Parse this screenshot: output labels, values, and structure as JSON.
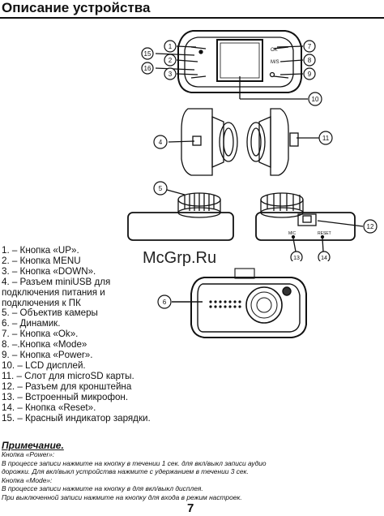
{
  "title": "Описание устройства",
  "watermark": "McGrp.Ru",
  "callouts": [
    "1",
    "2",
    "3",
    "4",
    "5",
    "6",
    "7",
    "8",
    "9",
    "10",
    "11",
    "12",
    "13",
    "14",
    "15",
    "16"
  ],
  "device_labels": {
    "ok": "OK",
    "mode": "M/S",
    "mic": "MIC",
    "reset": "RESET"
  },
  "features": [
    "1. – Кнопка «UP».",
    "2. – Кнопка MENU",
    "3. – Кнопка «DOWN».",
    "4. – Разъем miniUSB для",
    "подключения питания и",
    "подключения к ПК",
    "5. – Объектив камеры",
    "6. – Динамик.",
    "7. – Кнопка «Ok».",
    "8. –.Кнопка «Mode»",
    "9. – Кнопка «Power».",
    "10. – LCD дисплей.",
    "11. – Слот для microSD карты.",
    "12. – Разъем для кронштейна",
    "13. – Встроенный микрофон.",
    "14. – Кнопка «Reset».",
    "15. – Красный индикатор зарядки."
  ],
  "note": {
    "heading": "Примечание.",
    "lines": [
      "Кнопка «Power»:",
      "В процессе записи нажмите на кнопку в течении 1 сек. для вкл/выкл записи аудио",
      "дорожки. Для вкл/выкл устройства нажмите с удержанием в течении 3 сек.",
      "Кнопка «Mode»:",
      "В процессе записи нажмите на кнопку в  для вкл/выкл дисплея.",
      "При выключенной записи нажмите на кнопку  для входа в режим настроек."
    ]
  },
  "page_number": "7"
}
